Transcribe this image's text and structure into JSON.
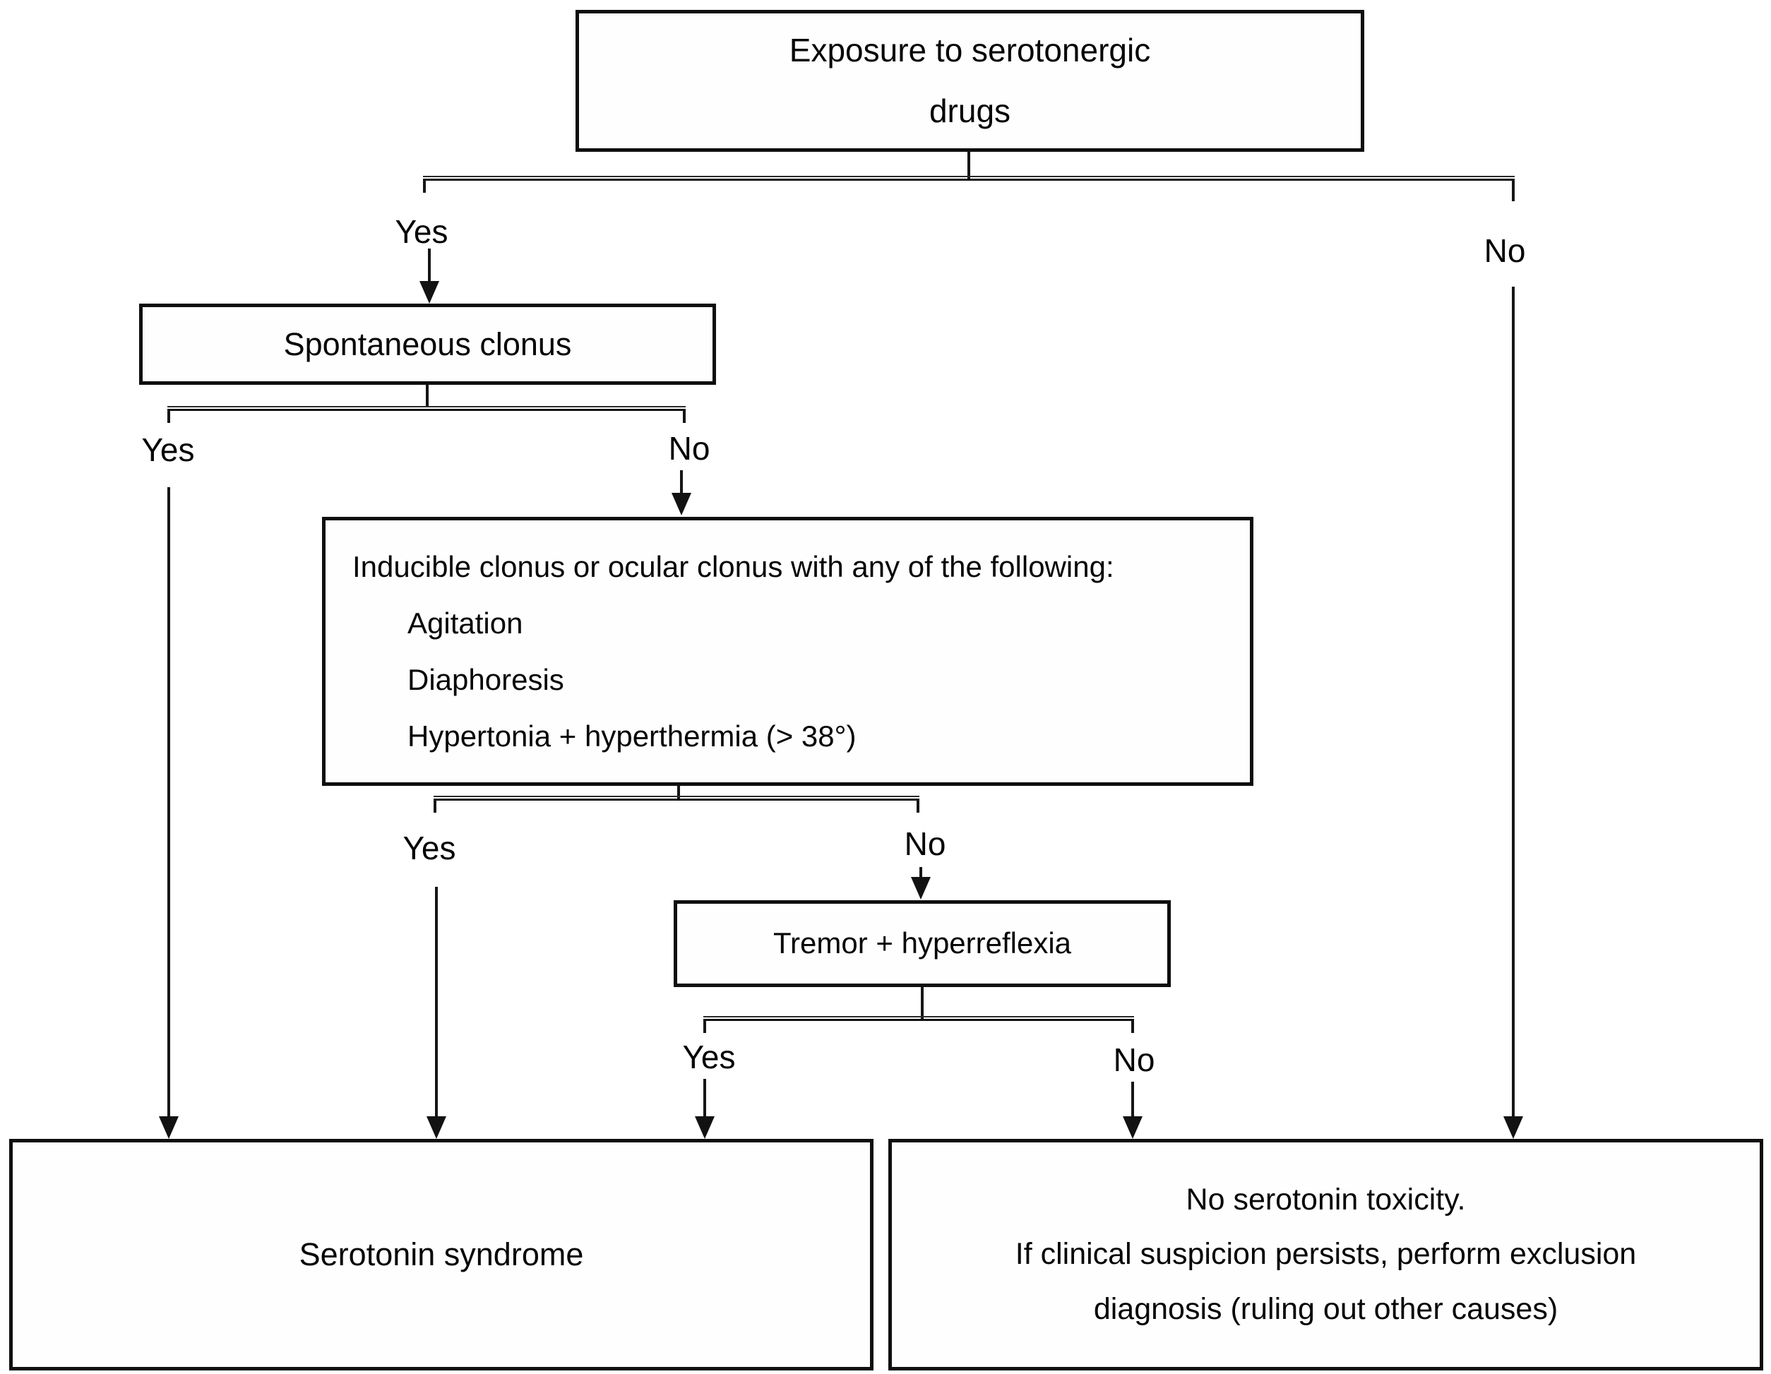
{
  "diagram": {
    "colors": {
      "background": "#ffffff",
      "line": "#161616",
      "border": "#0e0e0e",
      "text": "#050505"
    },
    "nodes": {
      "exposure": {
        "lines": [
          "Exposure to serotonergic",
          "drugs"
        ]
      },
      "spontaneous_clonus": {
        "label": "Spontaneous clonus"
      },
      "inducible_clonus": {
        "title": "Inducible clonus or ocular clonus with any of the following:",
        "items": [
          "Agitation",
          "Diaphoresis",
          "Hypertonia + hyperthermia (> 38°)"
        ]
      },
      "tremor": {
        "label": "Tremor + hyperreflexia"
      },
      "serotonin_syndrome": {
        "label": "Serotonin syndrome"
      },
      "no_toxicity": {
        "lines": [
          "No serotonin toxicity.",
          "If clinical suspicion persists, perform exclusion",
          "diagnosis (ruling out other causes)"
        ]
      }
    },
    "edges": {
      "exposure_yes": "Yes",
      "exposure_no": "No",
      "spontaneous_yes": "Yes",
      "spontaneous_no": "No",
      "inducible_yes": "Yes",
      "inducible_no": "No",
      "tremor_yes": "Yes",
      "tremor_no": "No"
    }
  }
}
